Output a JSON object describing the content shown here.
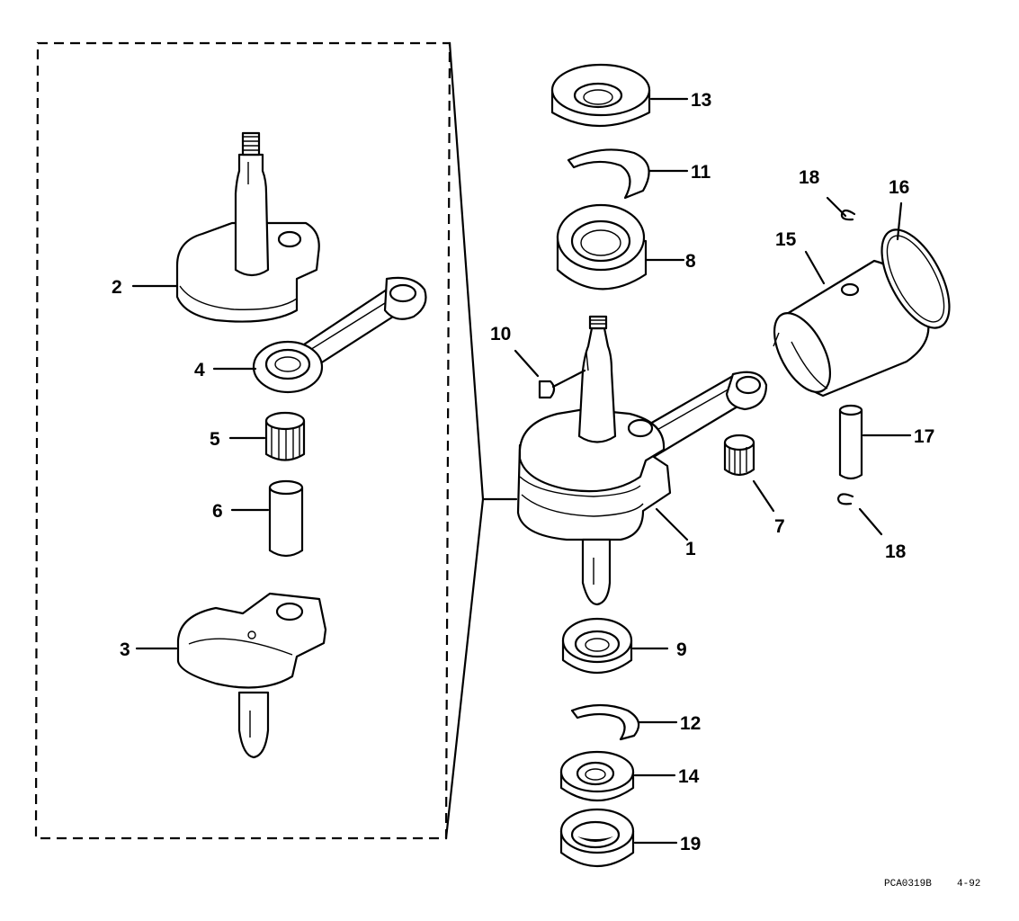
{
  "labels": {
    "p1": "1",
    "p2": "2",
    "p3": "3",
    "p4": "4",
    "p5": "5",
    "p6": "6",
    "p7": "7",
    "p8": "8",
    "p9": "9",
    "p10": "10",
    "p11": "11",
    "p12": "12",
    "p13": "13",
    "p14": "14",
    "p15": "15",
    "p16": "16",
    "p17": "17",
    "p18a": "18",
    "p18b": "18",
    "p19": "19"
  },
  "footer": {
    "code": "PCA0319B",
    "date": "4-92"
  }
}
